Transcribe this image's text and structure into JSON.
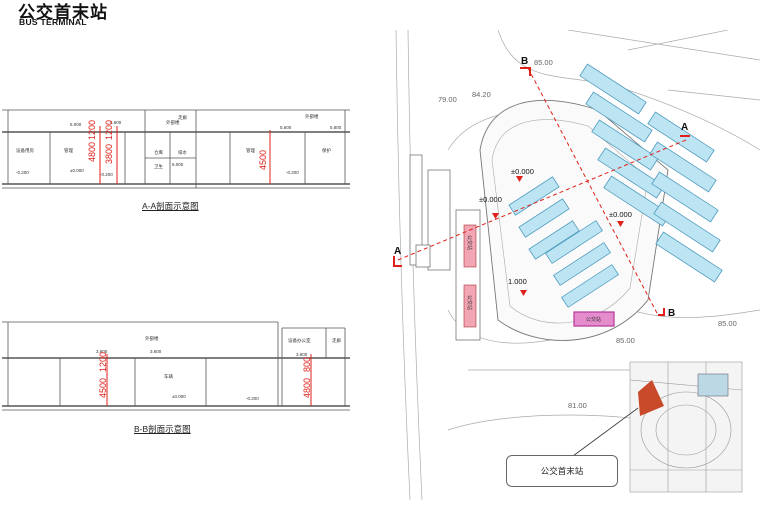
{
  "header": {
    "title_cn": "公交首末站",
    "title_en": "BUS TERMINAL"
  },
  "section_aa": {
    "caption": "A-A剖面示意图",
    "labels": [
      "6.000",
      "5.600",
      "5.600",
      "6.000",
      "外部楼",
      "走廊",
      "5.800",
      "±0.000",
      "-0.200",
      "-0.200",
      "-0.200",
      "设备用房",
      "管理",
      "仓库",
      "排水",
      "卫生",
      "保护"
    ],
    "dims": [
      "4800",
      "1200",
      "3800",
      "1200",
      "4500"
    ]
  },
  "section_bb": {
    "caption": "B-B剖面示意图",
    "labels": [
      "外部楼",
      "3.600",
      "3.600",
      "设备办公室",
      "走廊",
      "3.600",
      "车辆",
      "±0.000",
      "-0.200",
      "-0.200"
    ],
    "dims": [
      "4500",
      "1200",
      "4800",
      "800"
    ]
  },
  "plan": {
    "elevations": [
      "85.00",
      "84.20",
      "79.00",
      "85.00",
      "85.00",
      "81.00",
      "±0.000",
      "±0.000",
      "±0.000",
      "1.000"
    ],
    "section_markers": [
      "A",
      "A",
      "B",
      "B"
    ],
    "parking_label": "公交车位",
    "pink_labels": [
      "公交站",
      "公交站",
      "公交站"
    ]
  },
  "callout": {
    "label": "公交首末站"
  },
  "colors": {
    "accent": "#e0211a",
    "bay": "#bde4f2",
    "pink": "#f2a5b3",
    "magenta": "#d35fb6",
    "site": "#c94a2a"
  }
}
